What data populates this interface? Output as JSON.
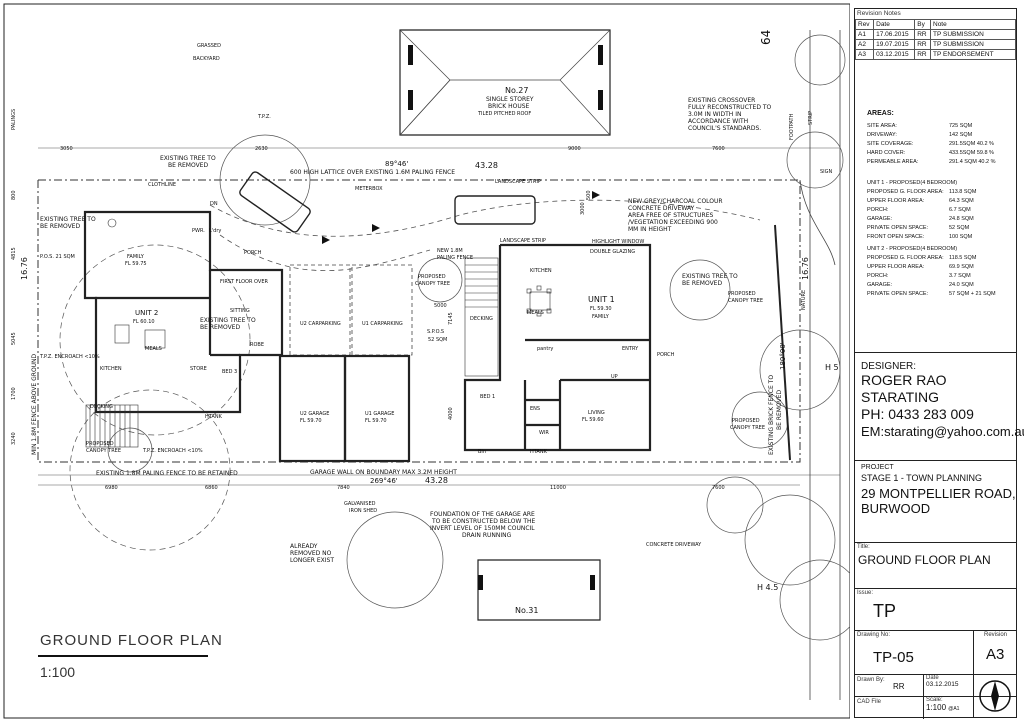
{
  "revision": {
    "heading": "Revision Notes",
    "columns": [
      "Rev",
      "Date",
      "By",
      "Note"
    ],
    "rows": [
      {
        "rev": "A1",
        "date": "17.06.2015",
        "by": "RR",
        "note": "TP SUBMISSION"
      },
      {
        "rev": "A2",
        "date": "19.07.2015",
        "by": "RR",
        "note": "TP SUBMISSION"
      },
      {
        "rev": "A3",
        "date": "03.12.2015",
        "by": "RR",
        "note": "TP ENDORSEMENT"
      }
    ]
  },
  "areas": {
    "heading": "AREAS:",
    "site": [
      {
        "k": "SITE AREA:",
        "v": "725 SQM"
      },
      {
        "k": "DRIVEWAY:",
        "v": "142 SQM"
      },
      {
        "k": "SITE COVERAGE:",
        "v": "291.5SQM 40.2 %"
      },
      {
        "k": "HARD COVER:",
        "v": "433.5SQM 59.8 %"
      },
      {
        "k": "PERMEABLE AREA:",
        "v": "291.4 SQM 40.2 %"
      }
    ],
    "unit1_heading": "UNIT 1 - PROPOSED(4 BEDROOM)",
    "unit1": [
      {
        "k": "PROPOSED G. FLOOR AREA:",
        "v": "113.8 SQM"
      },
      {
        "k": "UPPER FLOOR AREA:",
        "v": "64.3 SQM"
      },
      {
        "k": "PORCH:",
        "v": "6.7 SQM"
      },
      {
        "k": "GARAGE:",
        "v": "24.8 SQM"
      },
      {
        "k": "PRIVATE OPEN SPACE:",
        "v": "52 SQM"
      },
      {
        "k": "FRONT OPEN SPACE:",
        "v": "100 SQM"
      }
    ],
    "unit2_heading": "UNIT 2 - PROPOSED(4 BEDROOM)",
    "unit2": [
      {
        "k": "PROPOSED G. FLOOR AREA:",
        "v": "118.5 SQM"
      },
      {
        "k": "UPPER FLOOR AREA:",
        "v": "69.9 SQM"
      },
      {
        "k": "PORCH:",
        "v": "3.7 SQM"
      },
      {
        "k": "GARAGE:",
        "v": "24.0 SQM"
      },
      {
        "k": "PRIVATE OPEN SPACE:",
        "v": "57 SQM + 21 SQM"
      }
    ]
  },
  "designer": {
    "label": "DESIGNER:",
    "name": "ROGER RAO",
    "company": "STARATING",
    "phone": "PH: 0433 283 009",
    "email": "EM:starating@yahoo.com.au"
  },
  "project": {
    "label": "PROJECT",
    "stage": "STAGE 1 - TOWN PLANNING",
    "address1": "29 MONTPELLIER ROAD,",
    "address2": "BURWOOD"
  },
  "title_block": {
    "title_label": "Title:",
    "title": "GROUND FLOOR PLAN",
    "issue_label": "Issue:",
    "issue": "TP",
    "drawing_no_label": "Drawing No:",
    "drawing_no": "TP-05",
    "revision_label": "Revision",
    "revision": "A3",
    "drawn_by_label": "Drawn By:",
    "drawn_by": "RR",
    "date_label": "Date",
    "date": "03.12.2015",
    "cad_label": "CAD File",
    "scale_label": "Scale:",
    "scale": "1:100",
    "scale_suffix": "@A1"
  },
  "drawing_title": "GROUND FLOOR PLAN",
  "drawing_scale": "1:100",
  "labels": {
    "grassed": "GRASSED",
    "backyard": "BACKYARD",
    "palings": "PALINGS",
    "no27": "No.27",
    "single_storey": "SINGLE STOREY",
    "brick_house": "BRICK HOUSE",
    "tiled_roof": "TILED PITCHED ROOF",
    "no31": "No.31",
    "tpz": "T.P.Z.",
    "existing_tree_removed": "EXISTING TREE TO",
    "be_removed": "BE REMOVED",
    "lattice": "600 HIGH LATTICE OVER EXISTING 1.6M PALING FENCE",
    "meterbox": "METERBOX",
    "clothline": "CLOTHLINE",
    "landscape_strip": "LANDSCAPE STRIP",
    "new_paling": "NEW 1.8M",
    "paling_fence": "PALING FENCE",
    "crossover_1": "EXISTING CROSSOVER",
    "crossover_2": "FULLY RECONSTRUCTED TO",
    "crossover_3": "3.0M IN WIDTH IN",
    "crossover_4": "ACCORDANCE WITH",
    "crossover_5": "COUNCIL'S STANDARDS.",
    "driveway_1": "NEW GREY/CHARCOAL COLOUR",
    "driveway_2": "CONCRETE DRIVEWAY",
    "driveway_3": "AREA FREE OF STRUCTURES",
    "driveway_4": "/VEGETATION EXCEEDING 900",
    "driveway_5": "MM IN HEIGHT",
    "double_glazing": "DOUBLE GLAZING",
    "highlight_window": "HIGHLIGHT WINDOW",
    "family": "FAMILY",
    "fl_5975": "FL 59.75",
    "unit2": "UNIT 2",
    "fl_6010": "FL 60.10",
    "meals": "MEALS",
    "kitchen": "KITCHEN",
    "pos21": "P.O.S. 21 SQM",
    "porch": "PORCH",
    "first_floor_over": "FIRST FLOOR OVER",
    "sitting": "SITTING",
    "robe": "ROBE",
    "bed3": "BED 3",
    "store": "STORE",
    "ens": "ENS",
    "wir": "WIR",
    "pwr": "PWR.",
    "ldry": "L'dry",
    "dn": "DN",
    "up": "UP",
    "entry": "ENTRY",
    "decking": "DECKING",
    "u2_carparking": "U2 CARPARKING",
    "u1_carparking": "U1 CARPARKING",
    "spos": "S.P.O.S",
    "sqm52": "52 SQM",
    "u2_garage": "U2 GARAGE",
    "fl_5970": "FL 59.70",
    "u1_garage": "U1 GARAGE",
    "fl_5970b": "FL 59.70",
    "unit1": "UNIT 1",
    "fl_5930": "FL 59.30",
    "u1_family": "FAMILY",
    "u1_kitchen": "KITCHEN",
    "u1_meals": "MEALS",
    "pantry": "pantry",
    "bed1": "BED 1",
    "living": "LIVING",
    "fl_5960": "FL 59.60",
    "htank": "HTANK",
    "bin": "Bin",
    "proposed_canopy": "PROPOSED",
    "canopy_tree": "CANOPY TREE",
    "encroach": "T.P.Z. ENCROACH <10%",
    "existing_paling": "EXISTING 1.8M PALING FENCE TO BE RETAINED",
    "garage_wall": "GARAGE WALL ON BOUNDARY MAX 3.2M HEIGHT",
    "foundation_1": "FOUNDATION OF THE GARAGE ARE",
    "foundation_2": "TO BE CONSTRUCTED BELOW THE",
    "foundation_3": "INVERT LEVEL OF 150MM COUNCIL",
    "foundation_4": "DRAIN RUNNING",
    "already_1": "ALREADY",
    "already_2": "REMOVED NO",
    "already_3": "LONGER EXIST",
    "galvanised": "GALVANISED",
    "iron_shed": "IRON SHED",
    "concrete_driveway": "CONCRETE DRIVEWAY",
    "footpath": "FOOTPATH",
    "nature": "NATURE",
    "strip": "STRIP",
    "sign": "SIGN",
    "min_fence": "MIN 1.8M FENCE ABOVE GROUND",
    "existing_brick": "EXISTING BRICK FENCE TO",
    "be_removed2": "BE REMOVED",
    "bearing_top": "89°46'",
    "dim_4328": "43.28",
    "bearing_bot": "269°46'",
    "dim_4328b": "43.28",
    "dim_1676": "16.76",
    "dim_1676b": "16.76",
    "bearing_r": "180°00'",
    "h45": "H 4.5",
    "h5": "H 5",
    "n64": "64",
    "d3050": "3050",
    "d2630": "2630",
    "d9000": "9000",
    "d7600": "7600",
    "d5000": "5000",
    "d6980": "6980",
    "d6860": "6860",
    "d7840": "7840",
    "d11000": "11000",
    "d7600b": "7600",
    "d800": "800",
    "d3000": "3000",
    "d500": "500",
    "d4000": "4000",
    "d7145": "7145",
    "d4815": "4815",
    "d5045": "5045",
    "d1700": "1700",
    "d3240": "3240"
  }
}
